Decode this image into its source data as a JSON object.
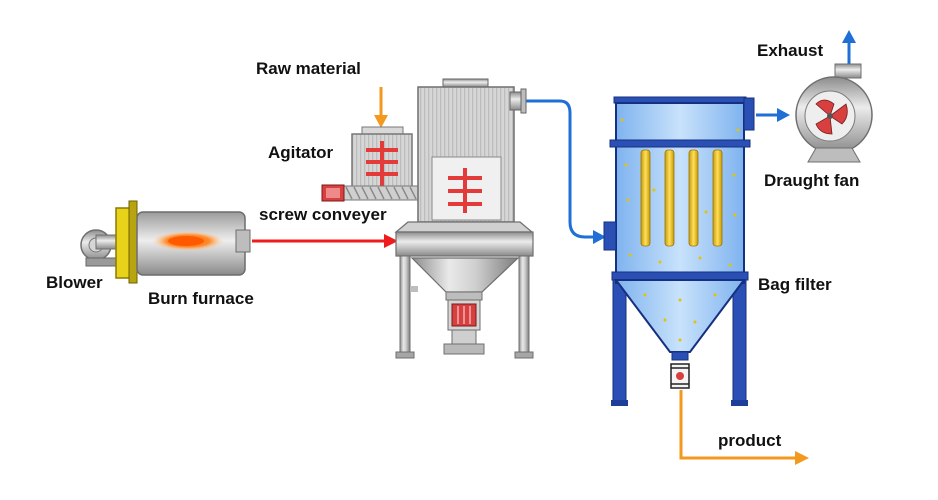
{
  "labels": {
    "raw_material": "Raw material",
    "agitator": "Agitator",
    "screw_conveyer": "screw conveyer",
    "blower": "Blower",
    "burn_furnace": "Burn furnace",
    "exhaust": "Exhaust",
    "draught_fan": "Draught fan",
    "bag_filter": "Bag filter",
    "product": "product"
  },
  "colors": {
    "hot_air_line": "#ee1c1c",
    "air_duct": "#1f6fd6",
    "material_flow": "#f39a1e",
    "agitator_blades": "#e33a3a",
    "filter_body": "#2a4fb5",
    "filter_bags": "#f2c21a"
  }
}
